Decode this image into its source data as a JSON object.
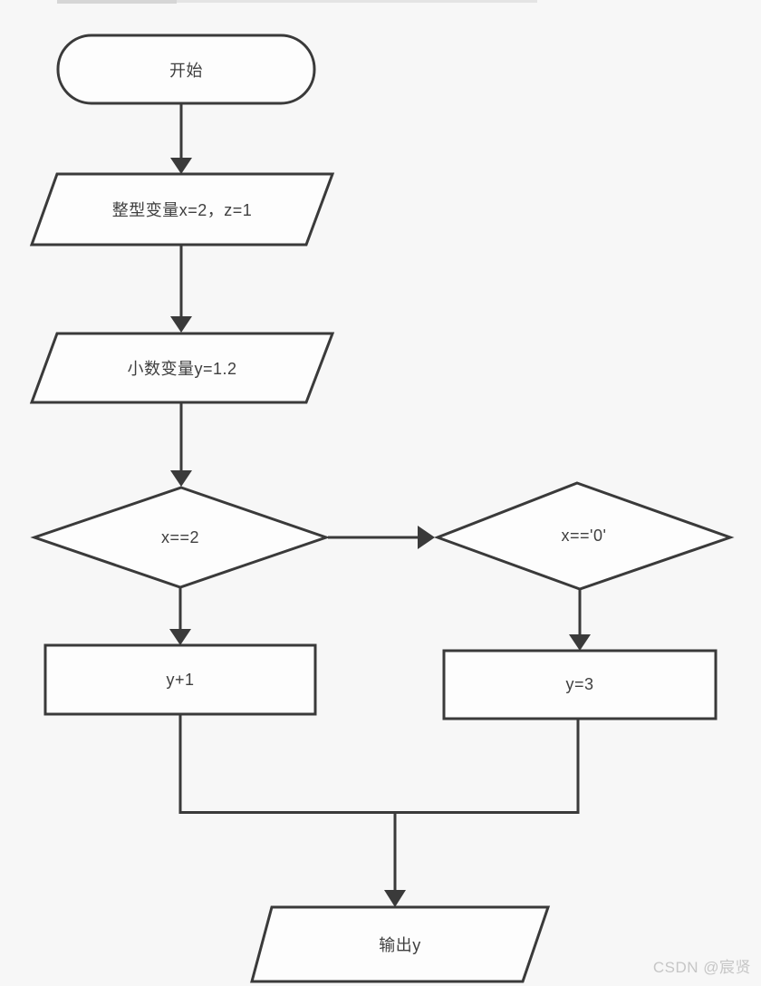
{
  "diagram_type": "flowchart",
  "watermark": "CSDN @宸贤",
  "colors": {
    "background": "#f7f7f7",
    "shape_fill": "#fdfdfd",
    "stroke": "#3a3a3a",
    "text": "#3f3f3f",
    "watermark": "#c6c6c6"
  },
  "nodes": {
    "start": {
      "type": "terminator",
      "label": "开始"
    },
    "init_int": {
      "type": "io-parallelogram",
      "label": "整型变量x=2，z=1"
    },
    "init_float": {
      "type": "io-parallelogram",
      "label": "小数变量y=1.2"
    },
    "cond_x2": {
      "type": "decision-diamond",
      "label": "x==2"
    },
    "cond_x0": {
      "type": "decision-diamond",
      "label": "x=='0'"
    },
    "proc_y1": {
      "type": "process-rect",
      "label": "y+1"
    },
    "proc_y3": {
      "type": "process-rect",
      "label": "y=3"
    },
    "output": {
      "type": "io-parallelogram",
      "label": "输出y"
    }
  },
  "edges": [
    {
      "from": "start",
      "to": "init_int",
      "direction": "down"
    },
    {
      "from": "init_int",
      "to": "init_float",
      "direction": "down"
    },
    {
      "from": "init_float",
      "to": "cond_x2",
      "direction": "down"
    },
    {
      "from": "cond_x2",
      "to": "cond_x0",
      "direction": "right"
    },
    {
      "from": "cond_x2",
      "to": "proc_y1",
      "direction": "down"
    },
    {
      "from": "cond_x0",
      "to": "proc_y3",
      "direction": "down"
    },
    {
      "from": "proc_y1",
      "to": "output",
      "direction": "elbow-down"
    },
    {
      "from": "proc_y3",
      "to": "output",
      "direction": "elbow-down"
    }
  ]
}
